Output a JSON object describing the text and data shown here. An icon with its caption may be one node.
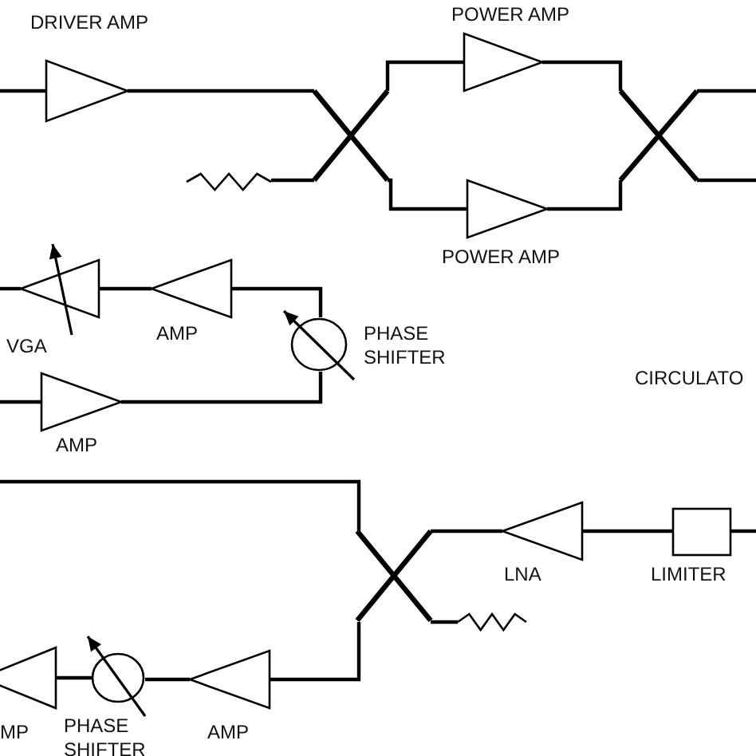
{
  "diagram": {
    "nodes": [
      {
        "text": [
          "DRIVER AMP"
        ]
      },
      {
        "text": [
          "POWER AMP"
        ]
      },
      {
        "text": [],
        "shape": "cross"
      },
      {
        "text": [],
        "shape": "cross"
      },
      {
        "text": [],
        "shape": "resistor"
      },
      {
        "text": [
          "POWER AMP"
        ]
      },
      {
        "text": [
          "VGA"
        ]
      },
      {
        "text": [
          "AMP"
        ]
      },
      {
        "text": [
          "PHASE SHIFTER"
        ]
      },
      {
        "text": [
          "AMP"
        ]
      },
      {
        "text": [],
        "shape": "cross"
      },
      {
        "text": [
          "LNA"
        ]
      },
      {
        "text": [
          "LIMITER"
        ]
      },
      {
        "text": [],
        "shape": "resistor"
      },
      {
        "text": [
          "MP"
        ]
      },
      {
        "text": [
          "PHASE SHIFTER"
        ]
      },
      {
        "text": [
          "AMP"
        ]
      }
    ],
    "edges": [
      {
        "from": null,
        "to": 0,
        "arrow": "none"
      },
      {
        "from": 0,
        "to": 2,
        "arrow": "none"
      },
      {
        "from": 2,
        "to": 1,
        "arrow": "none"
      },
      {
        "from": 2,
        "to": 5,
        "arrow": "none"
      },
      {
        "from": 2,
        "to": 4,
        "arrow": "none"
      },
      {
        "from": 1,
        "to": 3,
        "arrow": "none"
      },
      {
        "from": 5,
        "to": 3,
        "arrow": "none"
      },
      {
        "from": 3,
        "to": null,
        "arrow": "none"
      },
      {
        "from": 3,
        "to": null,
        "arrow": "none"
      },
      {
        "from": 6,
        "to": null,
        "arrow": "none"
      },
      {
        "from": 7,
        "to": 6,
        "arrow": "none"
      },
      {
        "from": 8,
        "to": 7,
        "arrow": "none"
      },
      {
        "from": 9,
        "to": 8,
        "arrow": "none"
      },
      {
        "from": null,
        "to": 9,
        "arrow": "none"
      },
      {
        "from": null,
        "to": 10,
        "arrow": "none"
      },
      {
        "from": 10,
        "to": 11,
        "arrow": "none"
      },
      {
        "from": 11,
        "to": 12,
        "arrow": "none"
      },
      {
        "from": 12,
        "to": null,
        "arrow": "none"
      },
      {
        "from": 10,
        "to": 13,
        "arrow": "none"
      },
      {
        "from": 16,
        "to": 10,
        "arrow": "none"
      },
      {
        "from": 15,
        "to": 16,
        "arrow": "none"
      },
      {
        "from": 14,
        "to": 15,
        "arrow": "none"
      }
    ],
    "labels": [
      "CIRCULATO"
    ]
  }
}
